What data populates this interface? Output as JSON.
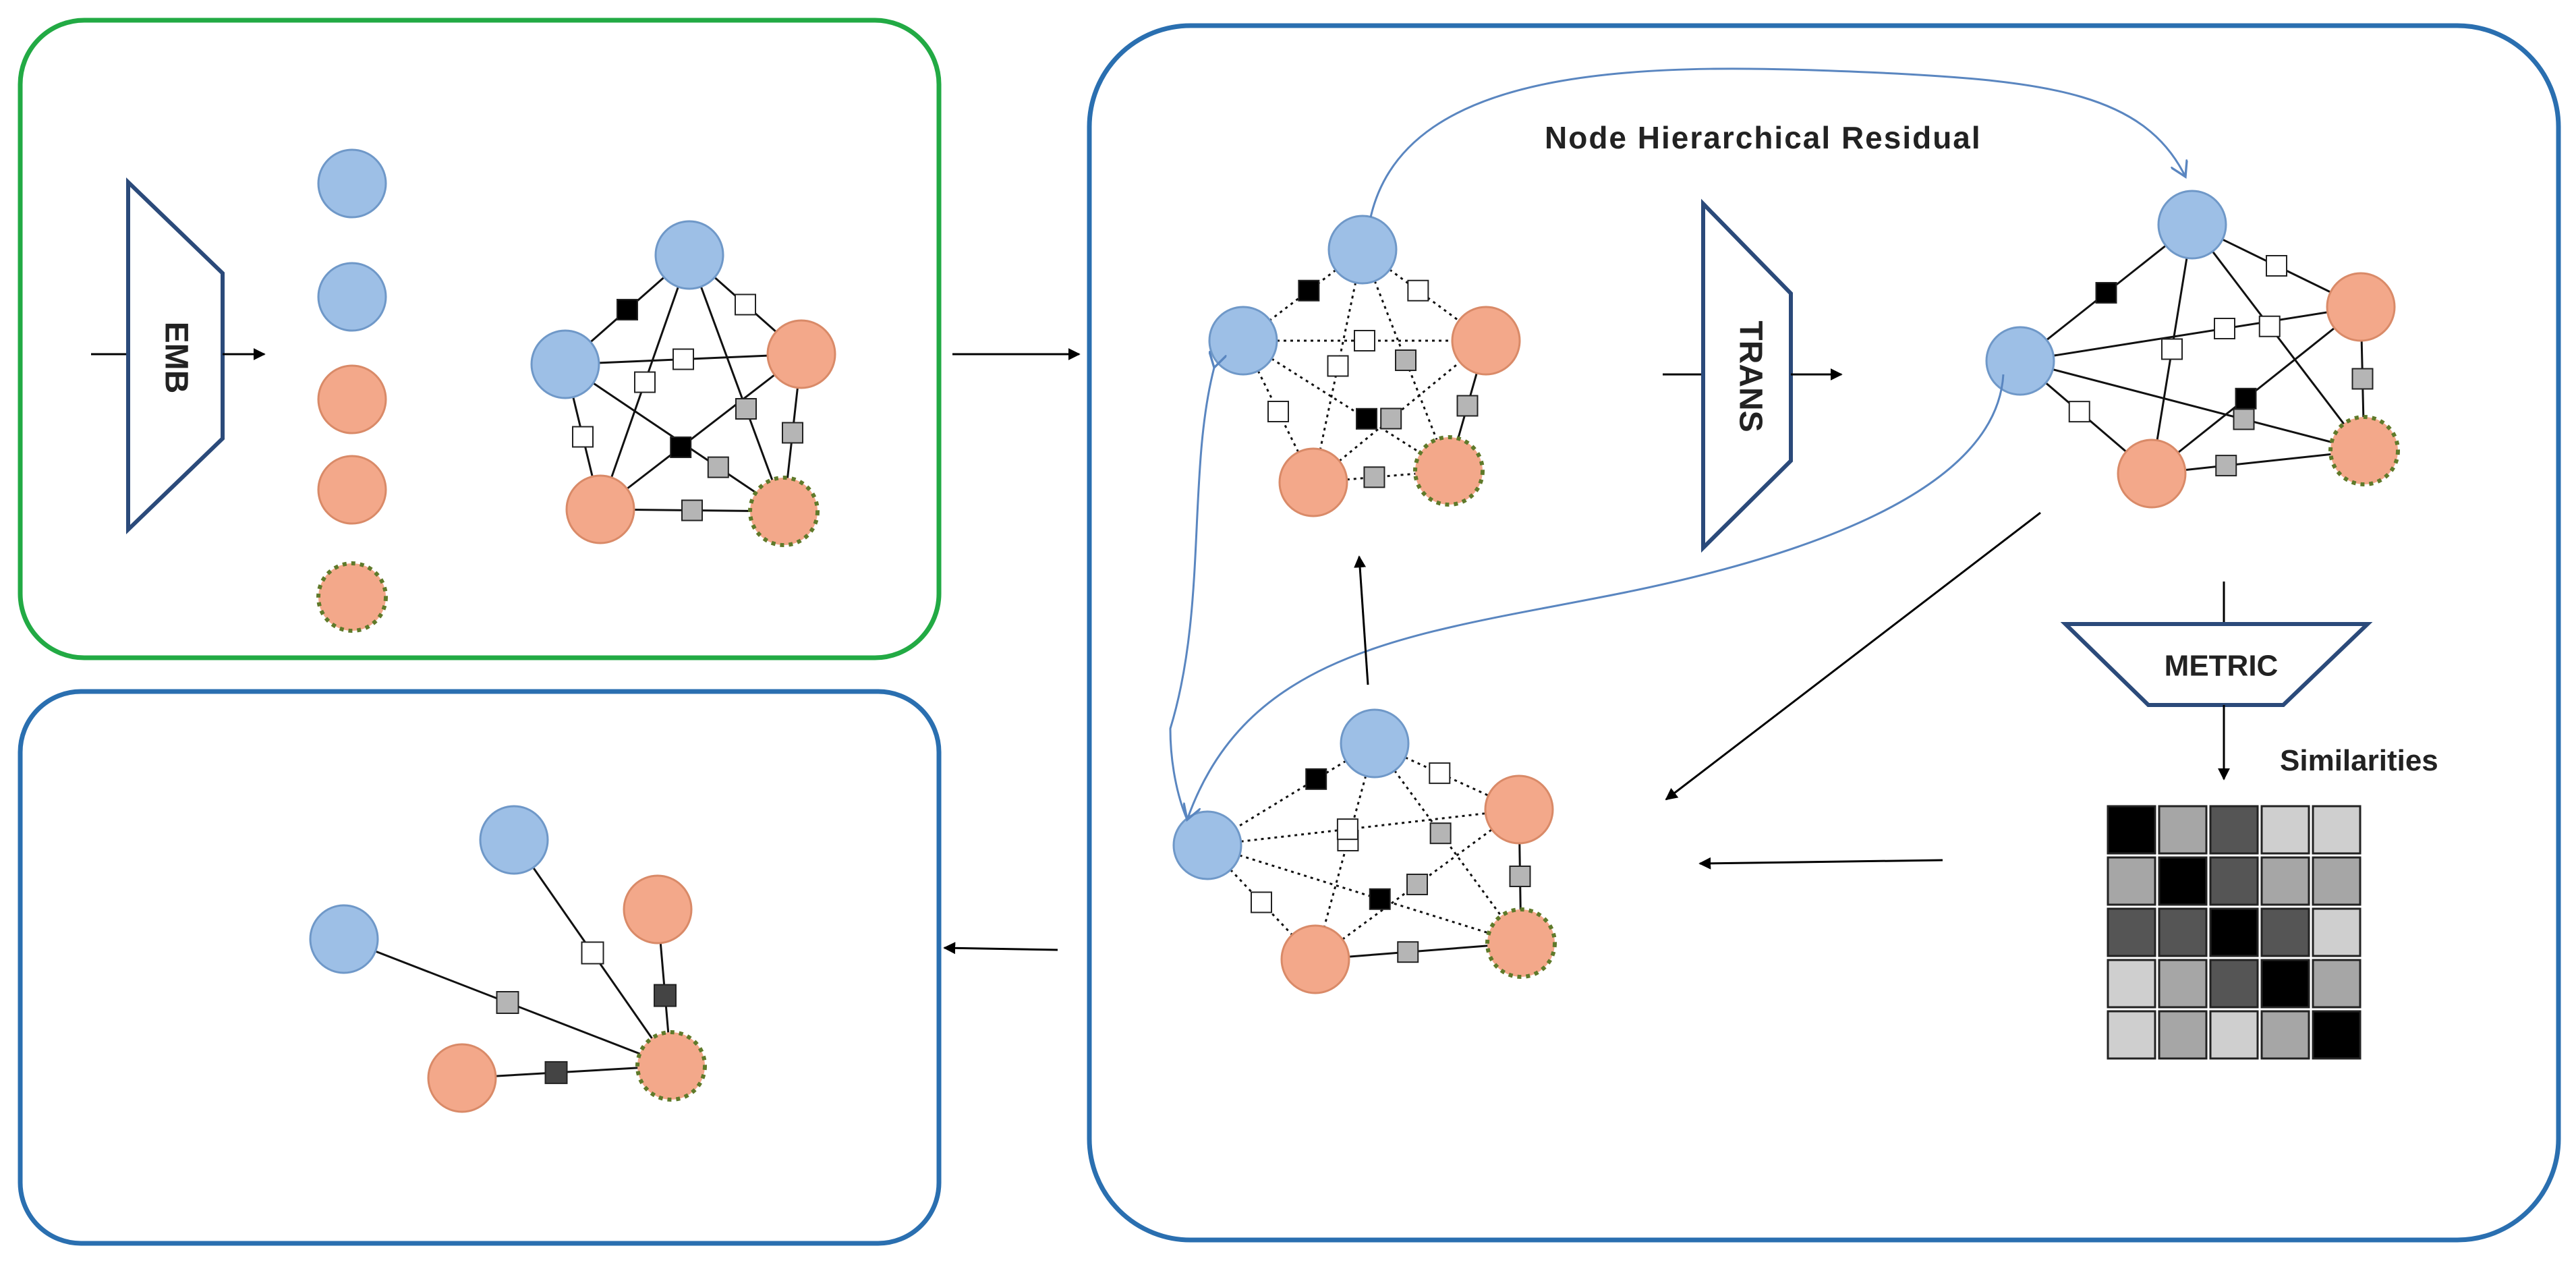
{
  "labels": {
    "emb": "EMB",
    "trans": "TRANS",
    "metric": "METRIC",
    "residual": "Node Hierarchical Residual",
    "similarities": "Similarities"
  },
  "colors": {
    "blue_node": "#9dbfe6",
    "blue_stroke": "#6f98c8",
    "orange_node": "#f3a88a",
    "orange_stroke": "#d98a68",
    "query_ring": "#5f7a2a",
    "green_panel": "#22aa44",
    "blue_panel": "#2a6fb0",
    "trapezoid": "#2b4a7a",
    "edge_white": "#ffffff",
    "edge_light": "#b5b5b5",
    "edge_dark": "#444444",
    "edge_black": "#000000"
  },
  "similarity_matrix": [
    [
      "#000000",
      "#a6a6a6",
      "#555555",
      "#cfcfcf",
      "#cfcfcf"
    ],
    [
      "#a6a6a6",
      "#000000",
      "#555555",
      "#a6a6a6",
      "#a6a6a6"
    ],
    [
      "#555555",
      "#555555",
      "#000000",
      "#555555",
      "#cfcfcf"
    ],
    [
      "#cfcfcf",
      "#a6a6a6",
      "#555555",
      "#000000",
      "#a6a6a6"
    ],
    [
      "#cfcfcf",
      "#a6a6a6",
      "#cfcfcf",
      "#a6a6a6",
      "#000000"
    ]
  ]
}
